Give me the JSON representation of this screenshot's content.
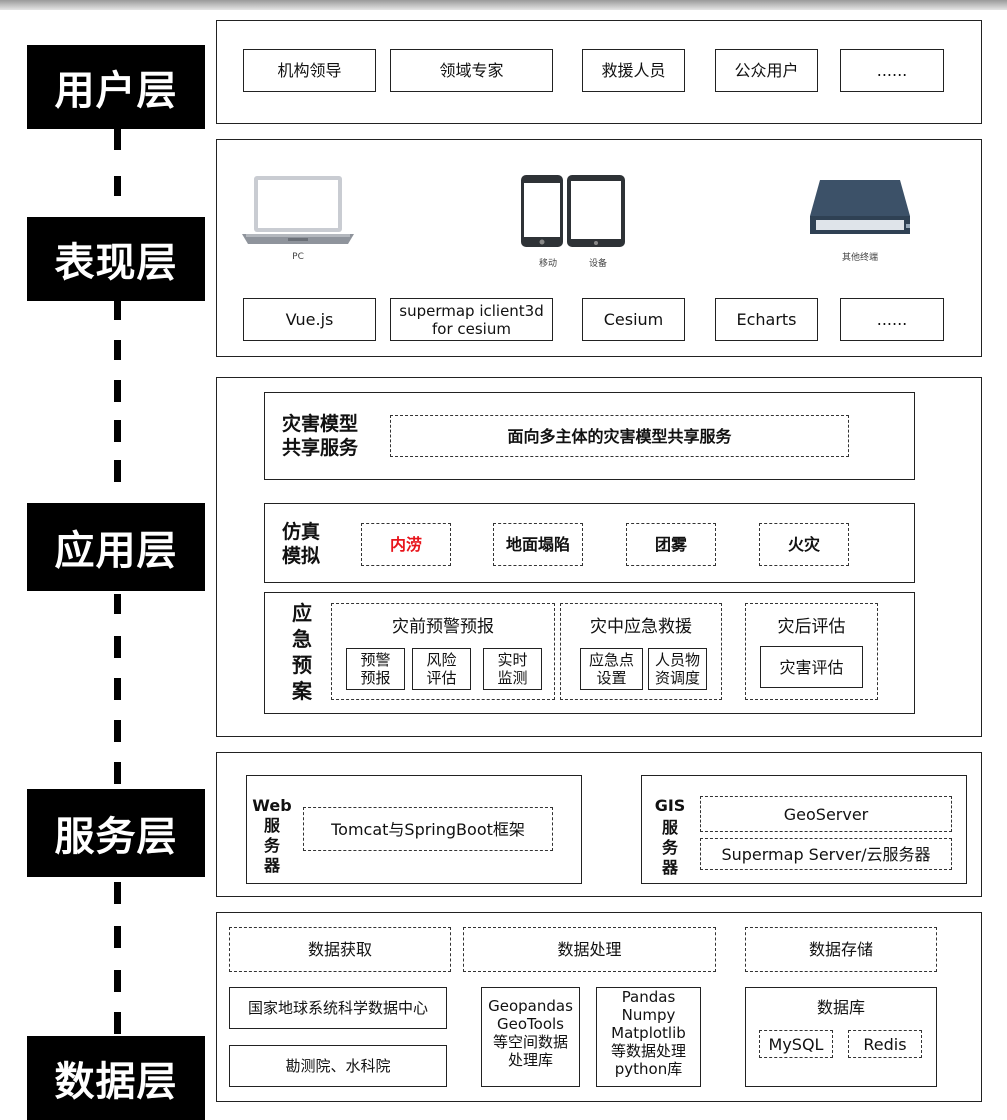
{
  "layers": {
    "user": "用户层",
    "presentation": "表现层",
    "application": "应用层",
    "service": "服务层",
    "data": "数据层"
  },
  "user_layer": {
    "items": [
      "机构领导",
      "领域专家",
      "救援人员",
      "公众用户",
      "......"
    ]
  },
  "presentation_layer": {
    "devices": [
      {
        "icon": "laptop-icon",
        "caption": "PC"
      },
      {
        "icon": "mobile-phone-icon",
        "caption": "移动"
      },
      {
        "icon": "tablet-icon",
        "caption": "设备"
      },
      {
        "icon": "other-terminal-icon",
        "caption": "其他终端"
      }
    ],
    "frameworks": [
      "Vue.js",
      "supermap iclient3d\nfor cesium",
      "Cesium",
      "Echarts",
      "......"
    ]
  },
  "application_layer": {
    "sharing": {
      "label": "灾害模型\n共享服务",
      "content": "面向多主体的灾害模型共享服务"
    },
    "simulation": {
      "label": "仿真\n模拟",
      "items": [
        "内涝",
        "地面塌陷",
        "团雾",
        "火灾"
      ],
      "highlight_color": "#e8141b"
    },
    "emergency": {
      "label": "应\n急\n预\n案",
      "groups": [
        {
          "title": "灾前预警预报",
          "items": [
            "预警\n预报",
            "风险\n评估",
            "实时\n监测"
          ]
        },
        {
          "title": "灾中应急救援",
          "items": [
            "应急点\n设置",
            "人员物\n资调度"
          ]
        },
        {
          "title": "灾后评估",
          "items": [
            "灾害评估"
          ]
        }
      ]
    }
  },
  "service_layer": {
    "web": {
      "label_top": "Web",
      "label_rest": "服\n务\n器",
      "content": "Tomcat与SpringBoot框架"
    },
    "gis": {
      "label_top": "GIS",
      "label_rest": "服\n务\n器",
      "items": [
        "GeoServer",
        "Supermap Server/云服务器"
      ]
    }
  },
  "data_layer": {
    "headers": [
      "数据获取",
      "数据处理",
      "数据存储"
    ],
    "sources": [
      "国家地球系统科学数据中心",
      "勘测院、水科院"
    ],
    "processing": [
      "Geopandas\nGeoTools\n等空间数据\n处理库",
      "Pandas\nNumpy\nMatplotlib\n等数据处理\npython库"
    ],
    "storage": {
      "title": "数据库",
      "items": [
        "MySQL",
        "Redis"
      ]
    }
  }
}
